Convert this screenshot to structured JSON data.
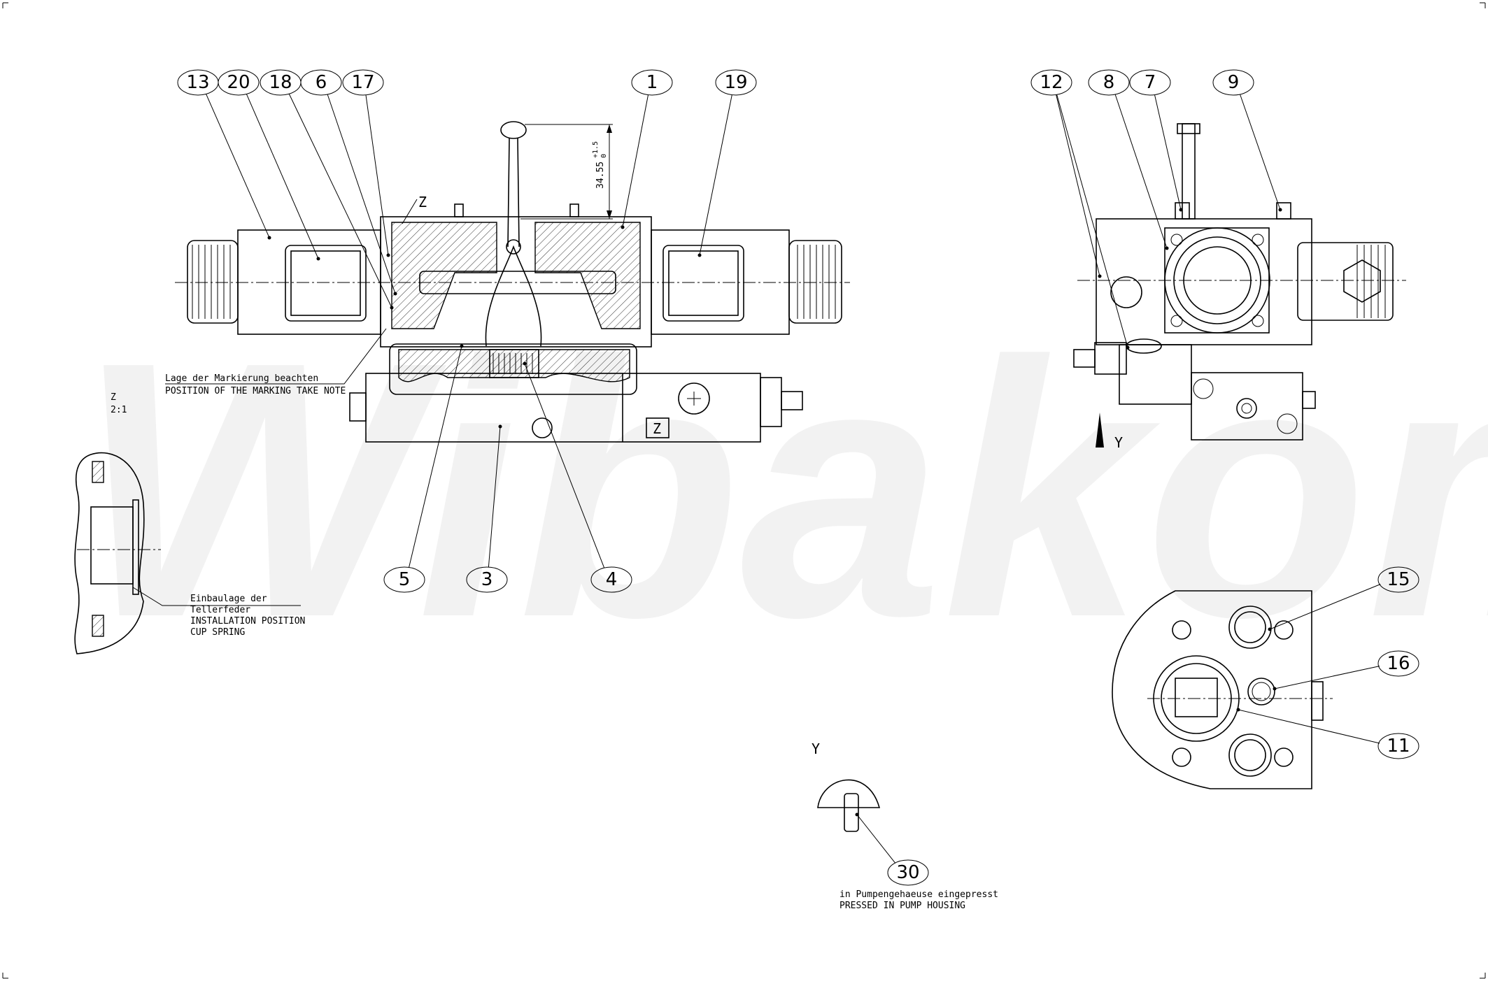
{
  "watermark": "Wibakom",
  "balloons": [
    "13",
    "20",
    "18",
    "6",
    "17",
    "1",
    "19",
    "12",
    "8",
    "7",
    "9",
    "5",
    "3",
    "4",
    "15",
    "16",
    "11",
    "30"
  ],
  "notes": {
    "marking_de": "Lage der Markierung beachten",
    "marking_en": "POSITION OF THE MARKING TAKE NOTE",
    "detail_z": "Z",
    "detail_scale": "2:1",
    "cup_de_1": "Einbaulage der",
    "cup_de_2": "Tellerfeder",
    "cup_en_1": "INSTALLATION POSITION",
    "cup_en_2": "CUP SPRING",
    "pressed_de": "in Pumpengehaeuse eingepresst",
    "pressed_en": "PRESSED IN PUMP HOUSING",
    "view_y": "Y",
    "view_y_arrow": "Y",
    "section_z": "Z",
    "z_marker": "Z",
    "dimension": "34.55",
    "tol_upper": "+1.5",
    "tol_lower": "0"
  }
}
